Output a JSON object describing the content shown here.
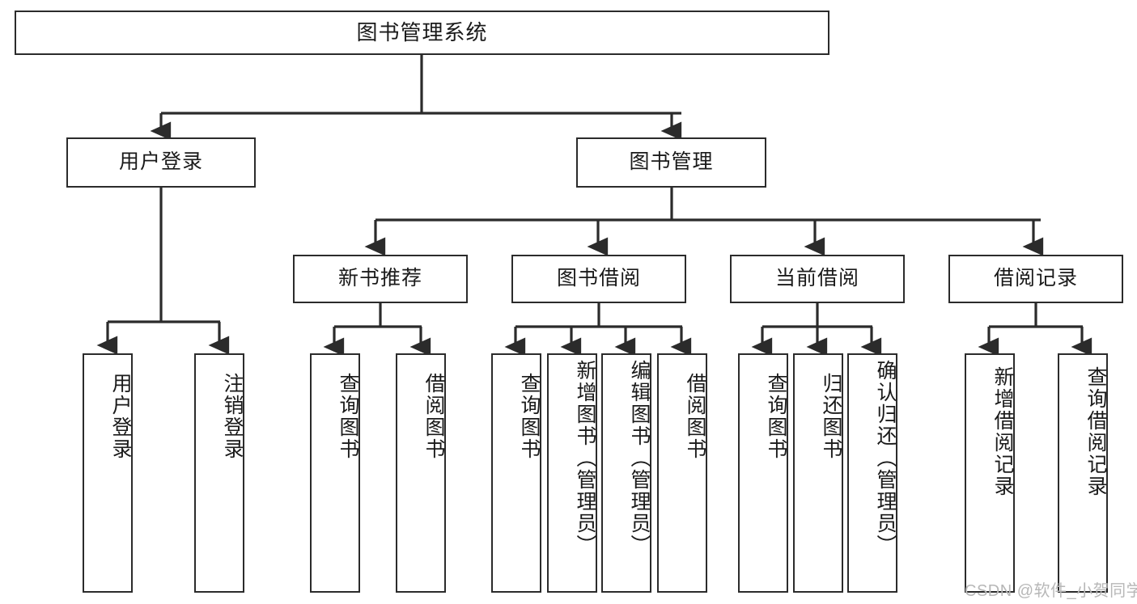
{
  "diagram": {
    "title": "图书管理系统",
    "type": "tree-hierarchy-diagram",
    "root": {
      "label": "图书管理系统"
    },
    "level2": [
      {
        "label": "用户登录"
      },
      {
        "label": "图书管理"
      }
    ],
    "level3": [
      {
        "label": "新书推荐"
      },
      {
        "label": "图书借阅"
      },
      {
        "label": "当前借阅"
      },
      {
        "label": "借阅记录"
      }
    ],
    "leaves": {
      "user_login": [
        {
          "label": "用户登录"
        },
        {
          "label": "注销登录"
        }
      ],
      "new_book_recommend": [
        {
          "label": "查询图书"
        },
        {
          "label": "借阅图书"
        }
      ],
      "book_borrow": [
        {
          "label": "查询图书"
        },
        {
          "label": "新增图书（管理员）"
        },
        {
          "label": "编辑图书（管理员）"
        },
        {
          "label": "借阅图书"
        }
      ],
      "current_borrow": [
        {
          "label": "查询图书"
        },
        {
          "label": "归还图书"
        },
        {
          "label": "确认归还（管理员）"
        }
      ],
      "borrow_records": [
        {
          "label": "新增借阅记录"
        },
        {
          "label": "查询借阅记录"
        }
      ]
    }
  },
  "watermark": {
    "text": "CSDN @软件_小贺同学"
  },
  "colors": {
    "stroke": "#2b2b2b",
    "fill": "#ffffff",
    "text": "#1a1a1a",
    "watermark": "#b7b7b7"
  }
}
